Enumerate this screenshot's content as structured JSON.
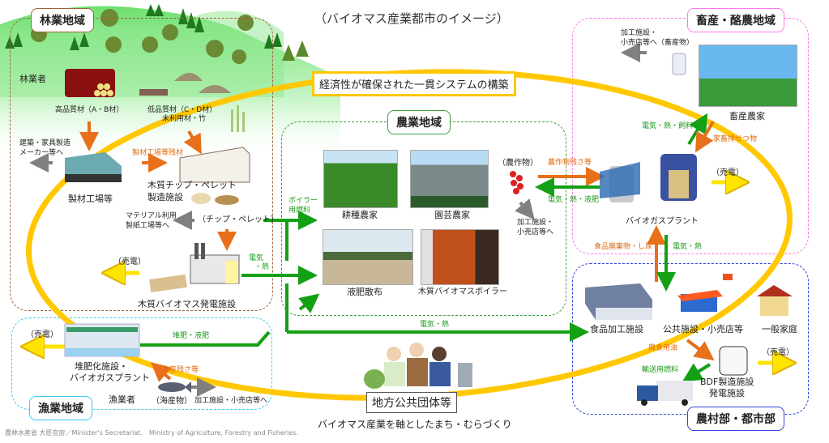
{
  "title": "（バイオマス産業都市のイメージ）",
  "system_banner": "経済性が確保された一貫システムの構築",
  "center": {
    "label": "地方公共団体等",
    "subtitle": "バイオマス産業を軸としたまち・むらづくり"
  },
  "footer": "農林水産省 大臣官房／Minister's Secretariat.　Ministry of Agriculture, Forestry and Fisheries.",
  "colors": {
    "forestry": "#a0643c",
    "agriculture": "#3aa03a",
    "livestock": "#ff77ee",
    "urban": "#3344dd",
    "fishery": "#40c8f0",
    "loop": "#ffc800",
    "flow_green": "#14a014",
    "flow_orange": "#e8701a",
    "flow_gray": "#808080",
    "flow_yellow": "#ffea00"
  },
  "forestry": {
    "tag": "林業地域",
    "forester": "林業者",
    "high_quality": "高品質材（A・B材）",
    "low_quality": "低品質材（C・D材）",
    "unused": "未利用材・竹",
    "to_maker_1": "建築・家具製造",
    "to_maker_2": "メーカー等へ",
    "residue": "製材工場等残材",
    "sawmill": "製材工場等",
    "chip_plant_1": "木質チップ・ペレット",
    "chip_plant_2": "製造施設",
    "material_1": "マテリアル利用",
    "material_2": "製紙工場等へ",
    "chip_pellet": "（チップ・ペレット）",
    "sell_power": "（売電）",
    "power_plant": "木質バイオマス発電施設",
    "elec_heat_1": "電気",
    "elec_heat_2": "・熱"
  },
  "agriculture": {
    "tag": "農業地域",
    "boiler_fuel_1": "ボイラー",
    "boiler_fuel_2": "用燃料",
    "arable": "耕種農家",
    "horticulture": "園芸農家",
    "liquid_fert": "液肥散布",
    "wood_boiler": "木質バイオマスボイラー",
    "crops": "（農作物）",
    "crop_residue": "農作物残さ等",
    "elec_heat_fert": "電気・熱・液肥",
    "to_shop_1": "加工施設・",
    "to_shop_2": "小売店等へ",
    "elec_heat_bottom": "電気・熱"
  },
  "livestock": {
    "tag": "畜産・酪農地域",
    "to_shop_1": "加工施設・",
    "to_shop_2": "小売店等へ（畜産物）",
    "farm": "畜産農家",
    "elec_heat_feed": "電気・熱・飼料",
    "manure": "家畜排せつ物",
    "biogas": "バイオガスプラント",
    "sell_power": "（売電）",
    "food_waste": "食品廃棄物・し尿",
    "elec_heat": "電気・熱"
  },
  "urban": {
    "tag": "農村部・都市部",
    "food_plant": "食品加工施設",
    "public": "公共施設・小売店等",
    "household": "一般家庭",
    "waste_oil": "廃食用油",
    "transport_fuel": "輸送用燃料",
    "bdf_1": "BDF製造施設",
    "bdf_2": "発電施設",
    "sell_power": "（売電）"
  },
  "fishery": {
    "tag": "漁業地域",
    "sell_power": "（売電）",
    "compost_1": "堆肥化施設・",
    "compost_2": "バイオガスプラント",
    "compost_fert": "堆肥・液肥",
    "fish_residue": "水産残さ等",
    "fisher": "漁業者",
    "seafood": "（海産物）",
    "to_shop": "加工施設・小売店等へ"
  }
}
